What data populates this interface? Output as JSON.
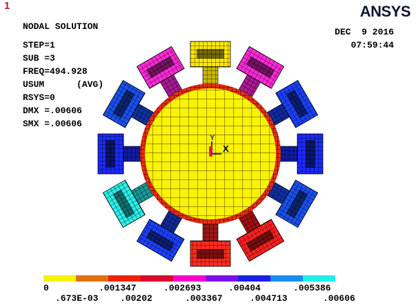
{
  "window": {
    "number": "1"
  },
  "plot": {
    "title": "NODAL SOLUTION",
    "step": "STEP=1",
    "sub": "SUB =3",
    "freq": "FREQ=494.928",
    "usum": "USUM      (AVG)",
    "rsys": "RSYS=0",
    "dmx": "DMX =.00606",
    "smx": "SMX =.00606"
  },
  "header": {
    "logo": "ANSYS",
    "date": "DEC  9 2016",
    "time": "07:59:44"
  },
  "triad": {
    "x_label": "X",
    "y_label": "Y"
  },
  "legend": {
    "colors": [
      "#f8f200",
      "#e07010",
      "#ee2200",
      "#d80a2e",
      "#ff00c8",
      "#7a10e8",
      "#1a20e8",
      "#1a8cf0",
      "#1cf2ea"
    ],
    "top_labels": [
      "0",
      ".001347",
      ".002693",
      ".00404",
      ".005386"
    ],
    "bottom_labels": [
      ".673E-03",
      ".00202",
      ".003367",
      ".004713",
      ".00606"
    ]
  },
  "model": {
    "tooth_levels": [
      {
        "angle": 0,
        "outer": "#ffe800",
        "mid": "#c8b800"
      },
      {
        "angle": 30,
        "outer": "#ff2ad8",
        "mid": "#b01898"
      },
      {
        "angle": 60,
        "outer": "#1a40ff",
        "mid": "#102aa0"
      },
      {
        "angle": 90,
        "outer": "#1a2aff",
        "mid": "#101ca0"
      },
      {
        "angle": 120,
        "outer": "#1a50f0",
        "mid": "#1030a0"
      },
      {
        "angle": 150,
        "outer": "#ff2020",
        "mid": "#a01010"
      },
      {
        "angle": 180,
        "outer": "#ff2e1e",
        "mid": "#a01812"
      },
      {
        "angle": 210,
        "outer": "#1a40ff",
        "mid": "#10289c"
      },
      {
        "angle": 240,
        "outer": "#2af0ea",
        "mid": "#149a96"
      },
      {
        "angle": 270,
        "outer": "#1a2aff",
        "mid": "#101ca0"
      },
      {
        "angle": 300,
        "outer": "#1a50f0",
        "mid": "#10309c"
      },
      {
        "angle": 330,
        "outer": "#ff2ad8",
        "mid": "#a81894"
      }
    ]
  }
}
